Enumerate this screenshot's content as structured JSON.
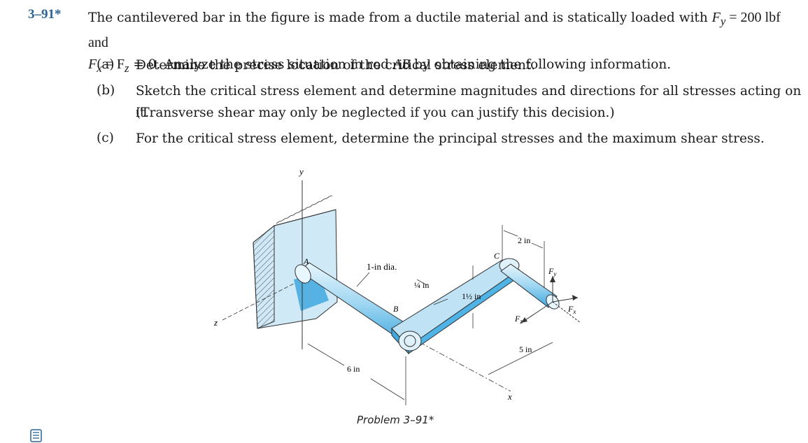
{
  "problem": {
    "number": "3–91*",
    "line1_prefix": "The cantilevered bar in the figure is made from a ductile material and is statically loaded with ",
    "line1_load": "F",
    "line1_load_sub": "y",
    "line1_value": " = 200 lbf and",
    "line2_prefix": "F",
    "line2_sub1": "x",
    "line2_mid": " = F",
    "line2_sub2": "z",
    "line2_zero": " = 0. Analyze the stress situation in rod ",
    "line2_rod": "AB",
    "line2_suffix": " by obtaining the following information."
  },
  "parts": [
    {
      "label": "(a)",
      "text": "Determine the precise location of the critical stress element."
    },
    {
      "label": "(b)",
      "text": "Sketch the critical stress element and determine magnitudes and directions for all stresses acting on it.",
      "text2": "(Transverse shear may only be neglected if you can justify this decision.)"
    },
    {
      "label": "(c)",
      "text": "For the critical stress element, determine the principal stresses and the maximum shear stress."
    }
  ],
  "figure": {
    "caption": "Problem 3–91*",
    "labels": {
      "y_axis": "y",
      "z_axis": "z",
      "x_axis": "x",
      "point_a": "A",
      "point_b": "B",
      "point_c": "C",
      "dia": "1-in dia.",
      "quarter_in": "¼ in",
      "one_half_in": "1½ in",
      "two_in": "2 in",
      "five_in": "5 in",
      "six_in": "6 in",
      "fy": "F",
      "fy_sub": "y",
      "fz": "F",
      "fz_sub": "z",
      "fx": "F",
      "fx_sub": "x"
    }
  },
  "colors": {
    "problem_number": "#2a6496",
    "bar_fill": "#bfe3f5",
    "bar_dark": "#4fb3e6",
    "wall_fill": "#cfe9f7"
  },
  "icons": {
    "book": "book-icon"
  }
}
